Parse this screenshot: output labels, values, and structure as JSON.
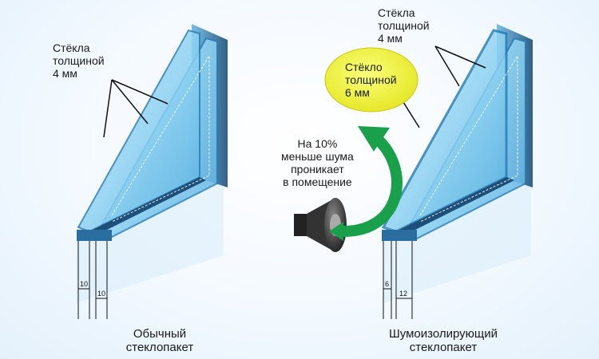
{
  "left": {
    "glass_label": [
      "Стёкла",
      "толщиной",
      "4 мм"
    ],
    "dim_1": "10",
    "dim_2": "10",
    "caption": [
      "Обычный",
      "стеклопакет"
    ]
  },
  "right": {
    "glass_label": [
      "Стёкла",
      "толщиной",
      "4 мм"
    ],
    "thick_glass_label": [
      "Стёкло",
      "толщиной",
      "6 мм"
    ],
    "dim_1": "6",
    "dim_2": "12",
    "caption": [
      "Шумоизолирующий",
      "стеклопакет"
    ]
  },
  "noise_note": [
    "На 10%",
    "меньше шума",
    "проникает",
    "в помещение"
  ],
  "colors": {
    "glass": "#8fd3f2",
    "glass_edge": "#2a7fb8",
    "frame": "#1c4f7a",
    "highlight": "#ecee2b",
    "arrow": "#1aa04a"
  },
  "icons": [
    "speaker-icon",
    "curved-arrow-icon"
  ]
}
